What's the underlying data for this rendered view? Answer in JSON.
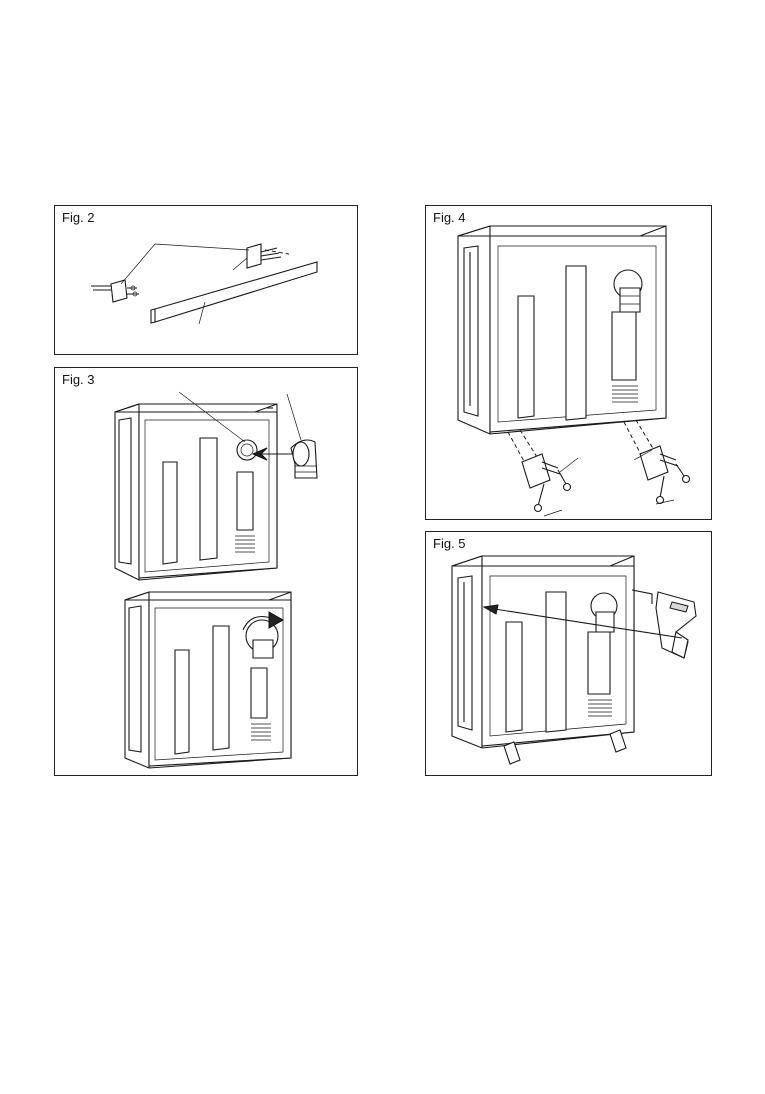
{
  "figures": {
    "fig2": {
      "label": "Fig. 2"
    },
    "fig3": {
      "label": "Fig. 3"
    },
    "fig4": {
      "label": "Fig. 4"
    },
    "fig5": {
      "label": "Fig. 5"
    }
  }
}
